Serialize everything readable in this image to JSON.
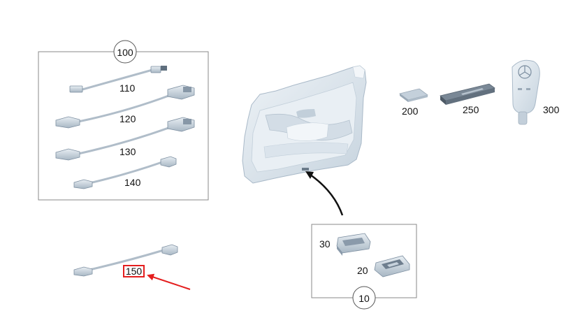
{
  "parts": {
    "group_100": "100",
    "p110": "110",
    "p120": "120",
    "p130": "130",
    "p140": "140",
    "p150": "150",
    "p200": "200",
    "p250": "250",
    "p300": "300",
    "group_10": "10",
    "p30": "30",
    "p20": "20"
  },
  "colors": {
    "part_fill": "#dde6ee",
    "part_shade": "#a9b9c8",
    "part_dark": "#7c8ea0",
    "frame": "#8a8a8a",
    "highlight": "#e41e1e"
  },
  "highlighted_part": "150"
}
